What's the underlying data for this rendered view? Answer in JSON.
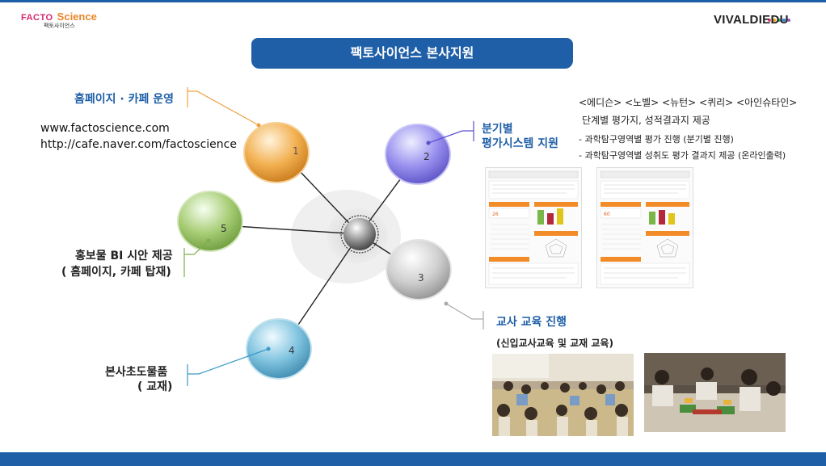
{
  "header": {
    "logo_left_facto": "FACTO",
    "logo_left_science": "Science",
    "logo_left_sub": "팩토사이언스",
    "logo_right": "VIVALDIEDU",
    "logo_right_dot_colors": [
      "#e84c8b",
      "#f2a51d",
      "#3aa757",
      "#3b7fd4",
      "#9b59b6"
    ]
  },
  "title": "팩토사이언스 본사지원",
  "diagram": {
    "nodes": [
      {
        "id": "1",
        "label": "1",
        "color": "#f0a545"
      },
      {
        "id": "2",
        "label": "2",
        "color": "#8c84e6"
      },
      {
        "id": "3",
        "label": "3",
        "color": "#c4c4c4"
      },
      {
        "id": "4",
        "label": "4",
        "color": "#6fb6d6"
      },
      {
        "id": "5",
        "label": "5",
        "color": "#9cc36a"
      }
    ],
    "center_color": "#8a8a8a",
    "callouts": {
      "n1": "홈페이지 · 카페 운영",
      "n2_line1": "분기별",
      "n2_line2": "평가시스템 지원",
      "n3_line1": "교사 교육 진행",
      "n3_line2": "(신입교사교육 및 교재 교육)",
      "n4_line1": "본사초도물품",
      "n4_line2": "( 교재)",
      "n5_line1": "홍보물 BI 시안 제공",
      "n5_line2": "( 홈페이지, 카페 탑재)"
    }
  },
  "urls": {
    "website": "www.factoscience.com",
    "cafe": "http://cafe.naver.com/factoscience"
  },
  "evaluation": {
    "courses": "<에디슨> <노벨> <뉴턴> <퀴리> <아인슈타인>",
    "desc": "단계별 평가지, 성적결과지 제공",
    "bullet1": "- 과학탐구영역별 평가 진행 (분기별 진행)",
    "bullet2": "- 과학탐구영역별 성취도 평가 결과지 제공 (온라인출력)"
  }
}
